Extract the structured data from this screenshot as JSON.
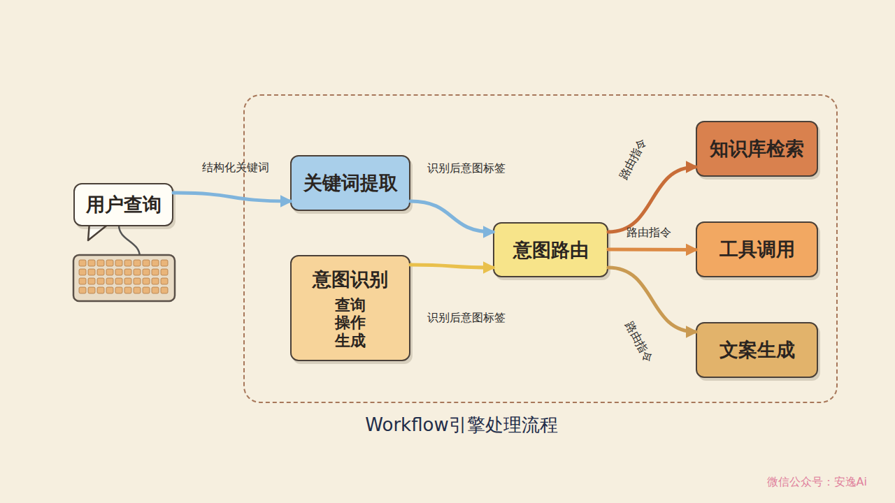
{
  "diagram": {
    "nodes": [
      {
        "text": [
          "Workflow引擎处理流程"
        ]
      },
      {
        "text": [
          "用户查询"
        ]
      },
      {
        "text": [
          "关键词提取"
        ],
        "in": 0
      },
      {
        "text": [
          "意图识别",
          "查询 操作 生成"
        ],
        "in": 0
      },
      {
        "text": [
          "意图路由"
        ],
        "in": 0
      },
      {
        "text": [
          "知识库检索"
        ],
        "in": 0
      },
      {
        "text": [
          "工具调用"
        ],
        "in": 0
      },
      {
        "text": [
          "文案生成"
        ],
        "in": 0
      }
    ],
    "edges": [
      {
        "from": 1,
        "to": 2,
        "label": "结构化关键词",
        "arrow": "to"
      },
      {
        "from": 2,
        "to": 4,
        "label": "识别后意图标签",
        "arrow": "to"
      },
      {
        "from": 3,
        "to": 4,
        "label": "识别后意图标签",
        "arrow": "to"
      },
      {
        "from": 4,
        "to": 5,
        "label": "路由指令",
        "arrow": "to"
      },
      {
        "from": 4,
        "to": 6,
        "label": "路由指令",
        "arrow": "to"
      },
      {
        "from": 4,
        "to": 7,
        "label": "路由指令",
        "arrow": "to"
      }
    ],
    "labels": [
      "微信公众号：安逸Ai"
    ]
  }
}
